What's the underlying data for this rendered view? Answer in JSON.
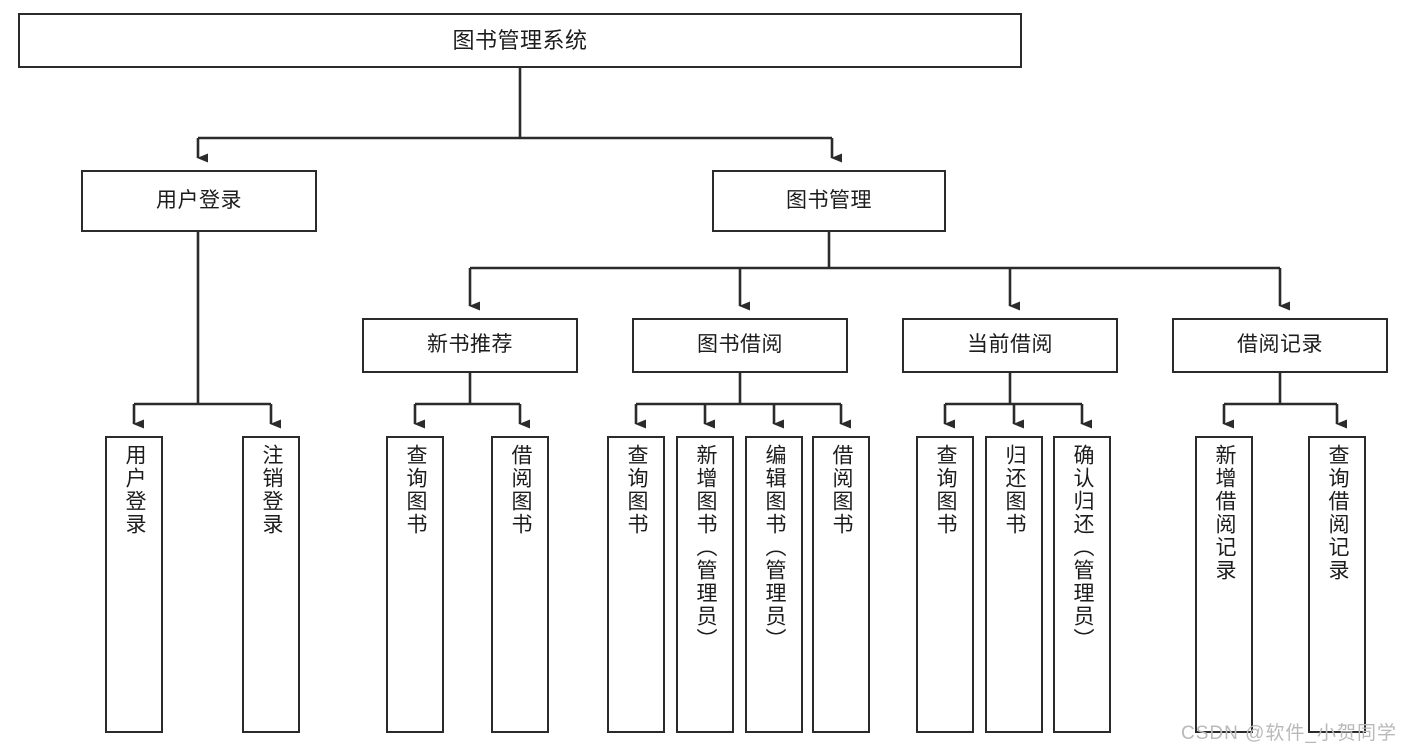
{
  "diagram": {
    "title": "图书管理系统",
    "type": "hierarchy-tree",
    "stroke_color": "#2b2b2b",
    "background_color": "#ffffff",
    "text_color": "#1c1c1c"
  },
  "root": {
    "label": "图书管理系统"
  },
  "level2": [
    {
      "label": "用户登录"
    },
    {
      "label": "图书管理"
    }
  ],
  "level3": [
    {
      "label": "新书推荐"
    },
    {
      "label": "图书借阅"
    },
    {
      "label": "当前借阅"
    },
    {
      "label": "借阅记录"
    }
  ],
  "leaves": {
    "user_login": [
      {
        "label": "用户登录"
      },
      {
        "label": "注销登录"
      }
    ],
    "new_book_recommend": [
      {
        "label": "查询图书"
      },
      {
        "label": "借阅图书"
      }
    ],
    "book_borrow": [
      {
        "label": "查询图书"
      },
      {
        "label": "新增图书（管理员）"
      },
      {
        "label": "编辑图书（管理员）"
      },
      {
        "label": "借阅图书"
      }
    ],
    "current_borrow": [
      {
        "label": "查询图书"
      },
      {
        "label": "归还图书"
      },
      {
        "label": "确认归还（管理员）"
      }
    ],
    "borrow_records": [
      {
        "label": "新增借阅记录"
      },
      {
        "label": "查询借阅记录"
      }
    ]
  },
  "watermark": {
    "text": "CSDN @软件_小贺同学",
    "color": "#b9b9b9"
  }
}
